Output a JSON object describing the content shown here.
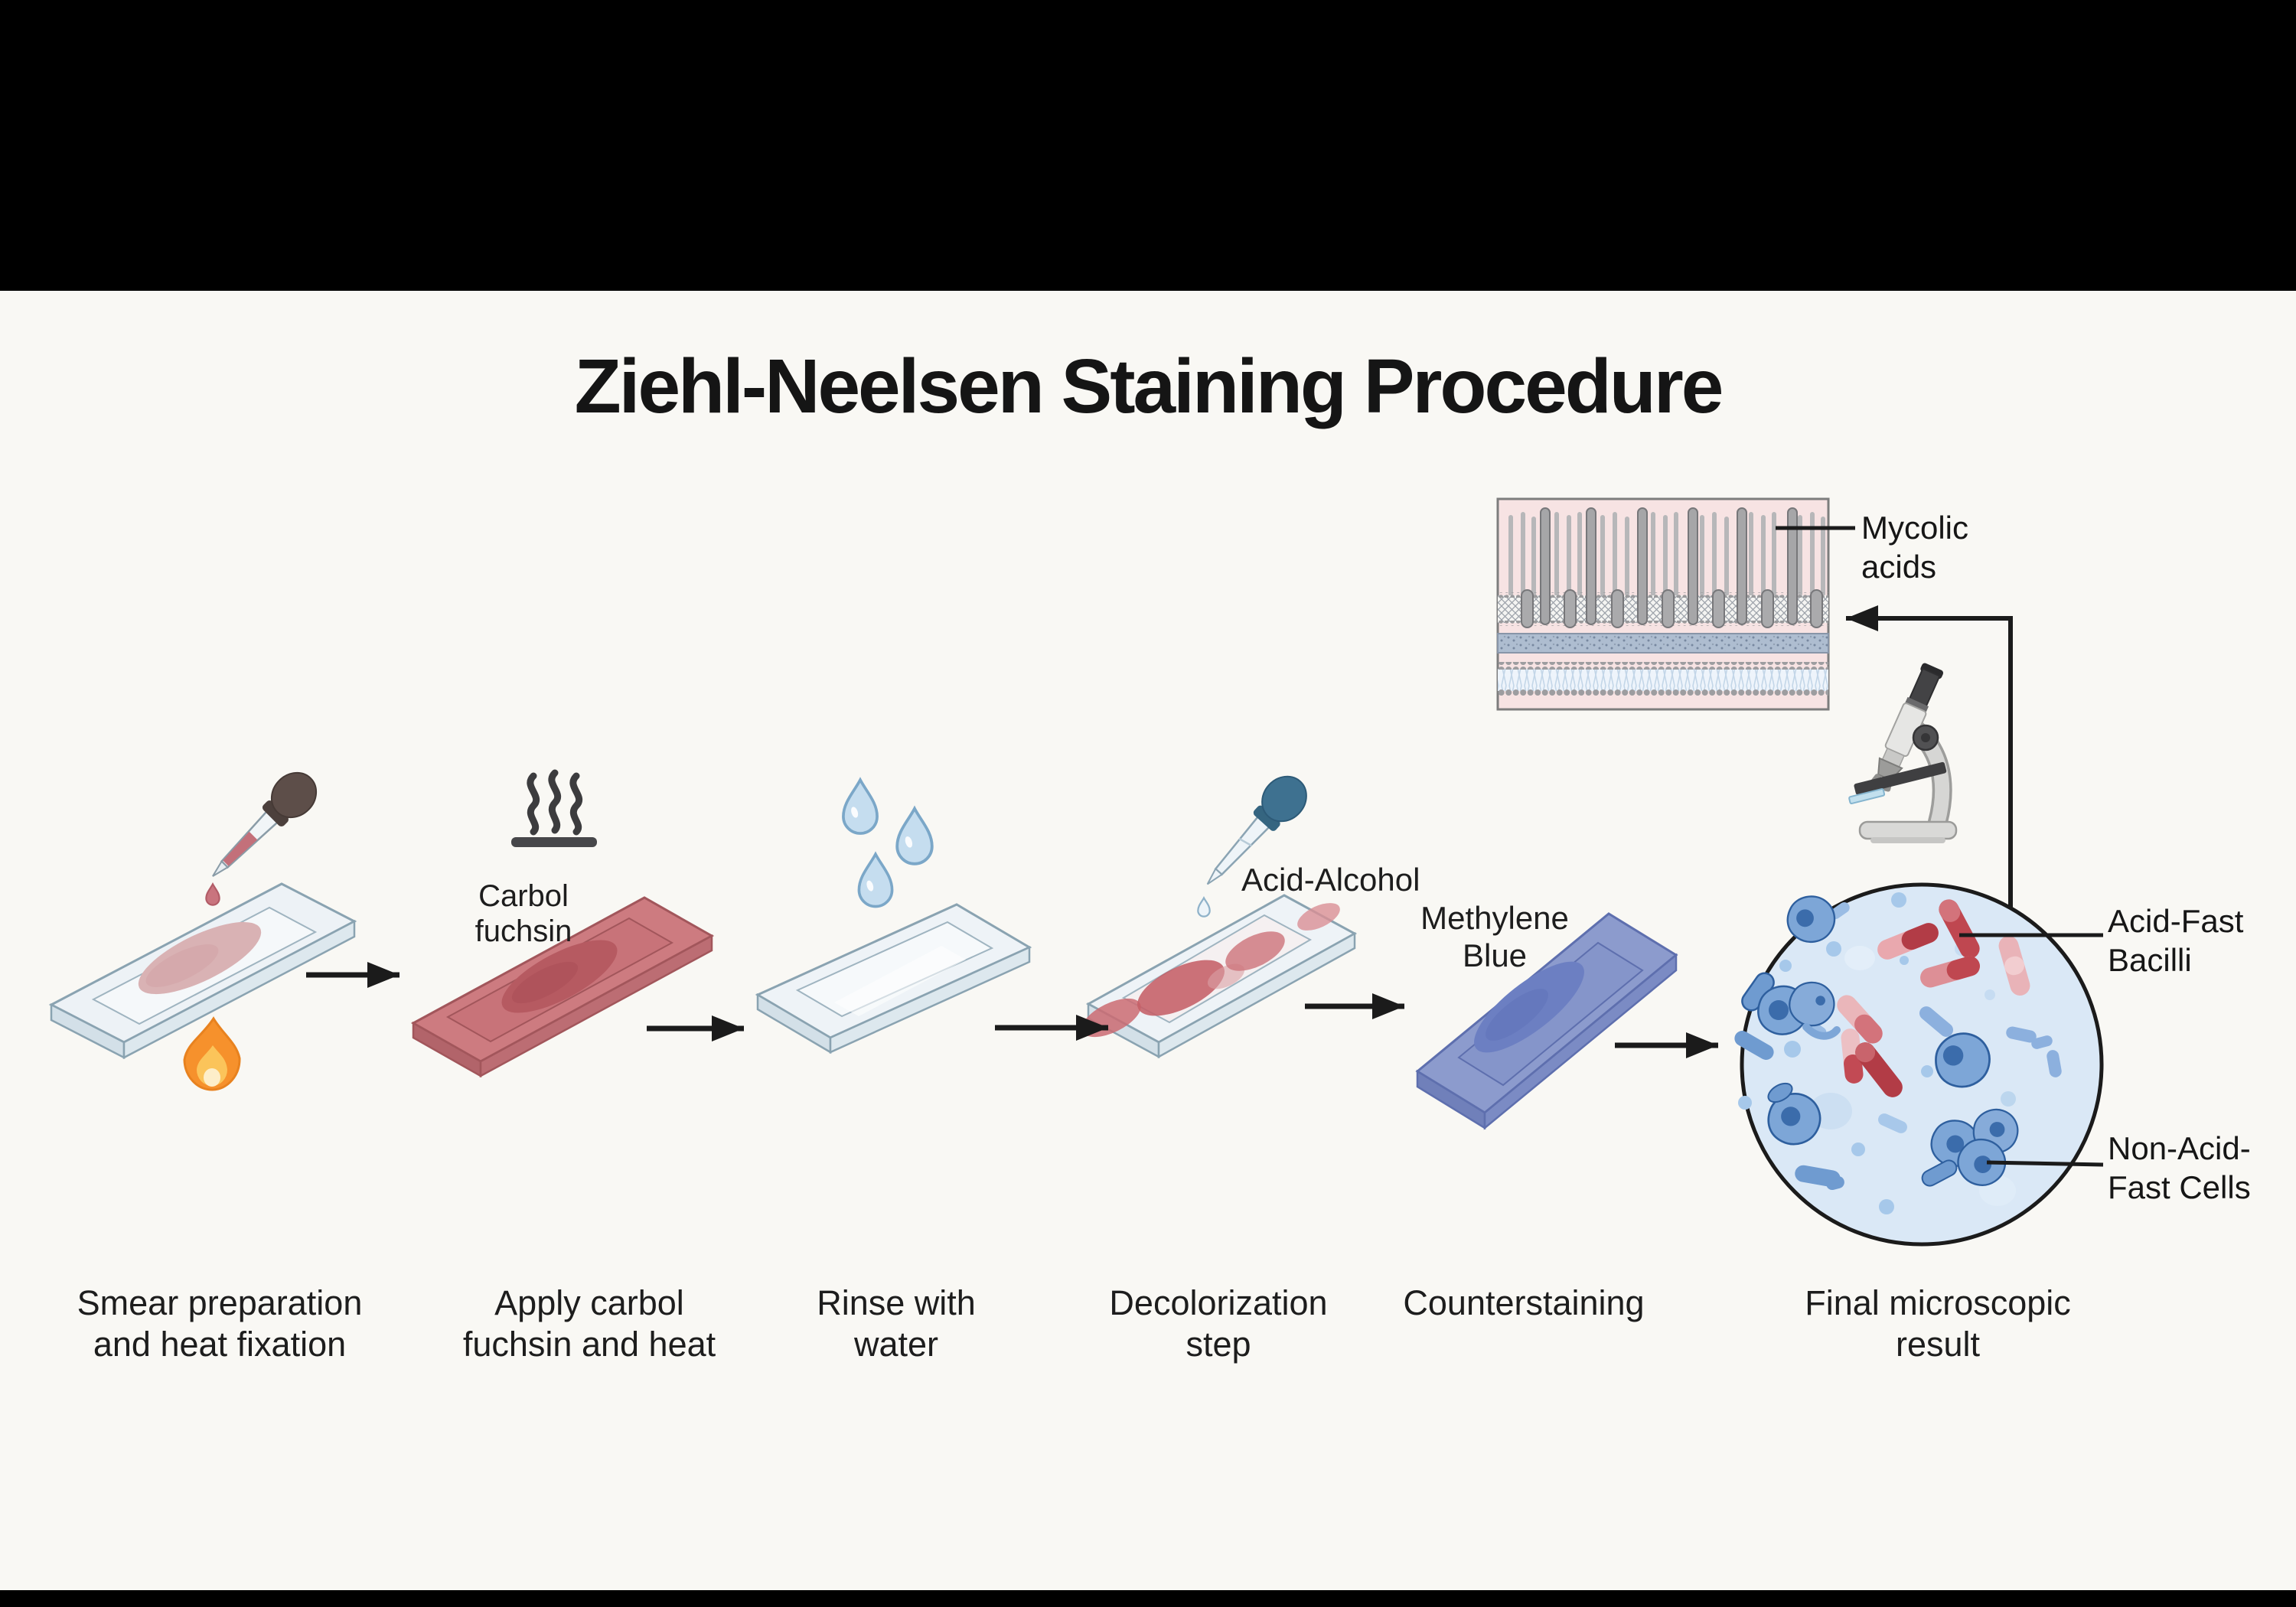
{
  "title": "Ziehl-Neelsen Staining Procedure",
  "steps": [
    {
      "name": "smear-preparation",
      "caption": "Smear preparation\nand heat fixation",
      "icons": [
        "dropper",
        "glass-slide",
        "flame"
      ]
    },
    {
      "name": "apply-carbol-fuchsin",
      "caption": "Apply carbol\nfuchsin and heat",
      "reagent_label": "Carbol\nfuchsin",
      "icons": [
        "heat-waves",
        "red-stained-slide"
      ]
    },
    {
      "name": "rinse-with-water",
      "caption": "Rinse with\nwater",
      "icons": [
        "water-drops",
        "glass-slide"
      ]
    },
    {
      "name": "decolorization",
      "caption": "Decolorization\nstep",
      "reagent_label": "Acid-Alcohol",
      "icons": [
        "dropper",
        "partially-decolorized-slide"
      ]
    },
    {
      "name": "counterstaining",
      "caption": "Counterstaining",
      "reagent_label": "Methylene\nBlue",
      "icons": [
        "blue-stained-slide"
      ]
    },
    {
      "name": "final-result",
      "caption": "Final microscopic\nresult",
      "icons": [
        "microscope",
        "microscopic-field"
      ]
    }
  ],
  "callouts": {
    "mycolic_acids": "Mycolic\nacids",
    "acid_fast_bacilli": "Acid-Fast\nBacilli",
    "non_acid_fast_cells": "Non-Acid-\nFast Cells"
  },
  "colors": {
    "background": "#f9f8f4",
    "letterbox": "#000000",
    "carbol_fuchsin_slide": "#cd7b80",
    "methylene_blue_slide": "#8c9bcd",
    "acid_fast_rod": "#b8414b",
    "non_acid_fast_cell": "#7da6d7",
    "flame": "#f6912c",
    "water_drop": "#c5ddef",
    "arrow": "#1b1b1b"
  }
}
